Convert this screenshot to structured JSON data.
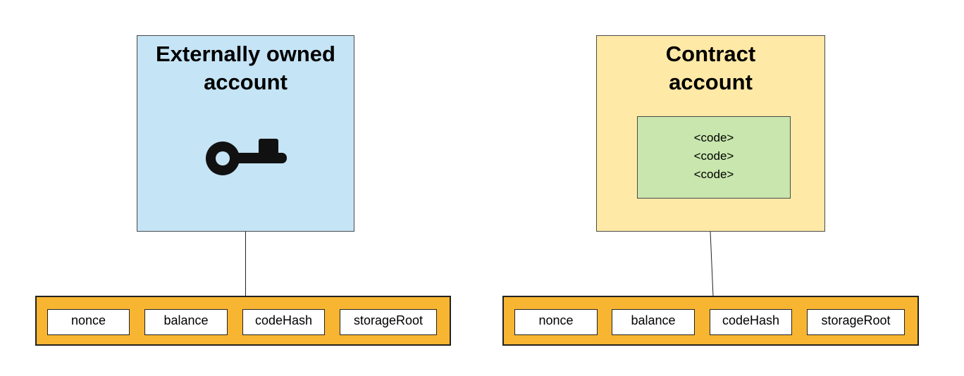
{
  "colors": {
    "eoa_fill": "#c5e4f5",
    "contract_fill": "#ffe9a6",
    "code_fill": "#c8e6ad",
    "fields_fill": "#f8b531",
    "border": "#4a4a4a"
  },
  "eoa": {
    "title_line1": "Externally owned",
    "title_line2": "account",
    "icon": "key-icon",
    "fields": [
      "nonce",
      "balance",
      "codeHash",
      "storageRoot"
    ]
  },
  "contract": {
    "title_line1": "Contract",
    "title_line2": "account",
    "code_lines": [
      "<code>",
      "<code>",
      "<code>"
    ],
    "fields": [
      "nonce",
      "balance",
      "codeHash",
      "storageRoot"
    ]
  }
}
